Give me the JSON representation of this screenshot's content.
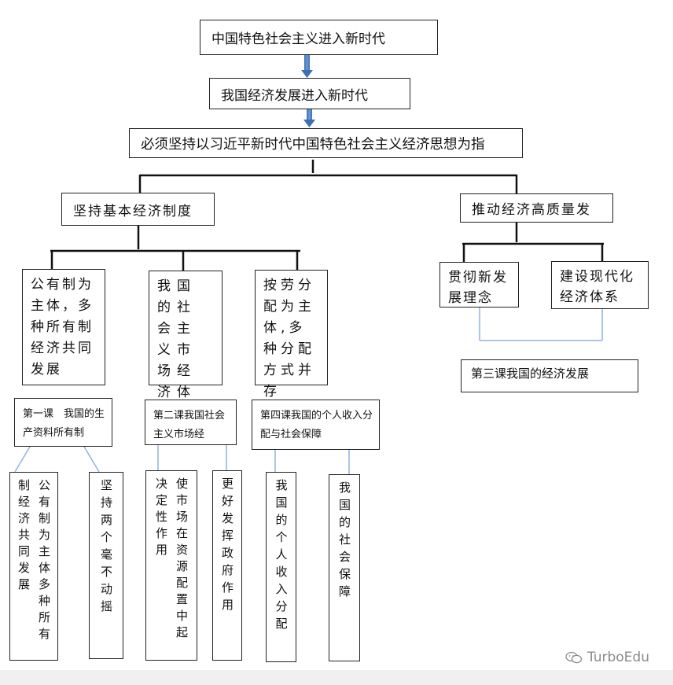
{
  "root": {
    "line1": "中国特色社会主义进入新时代",
    "line2": "我国经济发展进入新时代",
    "line3": "必须坚持以习近平新时代中国特色社会主义经济思想为指"
  },
  "left_branch": {
    "title": "坚持基本经济制度",
    "nodes": [
      {
        "text": "公有制为主体，多种所有制经济共同发展"
      },
      {
        "text": "我国的社会主义市场经济体制"
      },
      {
        "text": "按劳分配为主体,多种分配方式并存"
      }
    ]
  },
  "right_branch": {
    "title": "推动经济高质量发",
    "nodes": [
      {
        "text": "贯彻新发展理念"
      },
      {
        "text": "建设现代化经济体系"
      }
    ],
    "lesson": "第三课我国的经济发展"
  },
  "lessons": [
    {
      "title": "第一课　我国的生产资料所有制",
      "children": [
        "公有制为主体多种所有制经济共同发展",
        "坚持两个毫不动摇"
      ]
    },
    {
      "title": "第二课我国社会主义市场经",
      "children": [
        "使市场在资源配置中起决定性作用",
        "更好发挥政府作用"
      ]
    },
    {
      "title": "第四课我国的个人收入分配与社会保障",
      "children": [
        "我国的个人收入分配",
        "我国的社会保障"
      ]
    }
  ],
  "watermark": "TurboEdu",
  "colors": {
    "border": "#222222",
    "arrow": "#4f7fbf",
    "connector_blue": "#8fb3de",
    "footer": "#f0f0f0"
  }
}
